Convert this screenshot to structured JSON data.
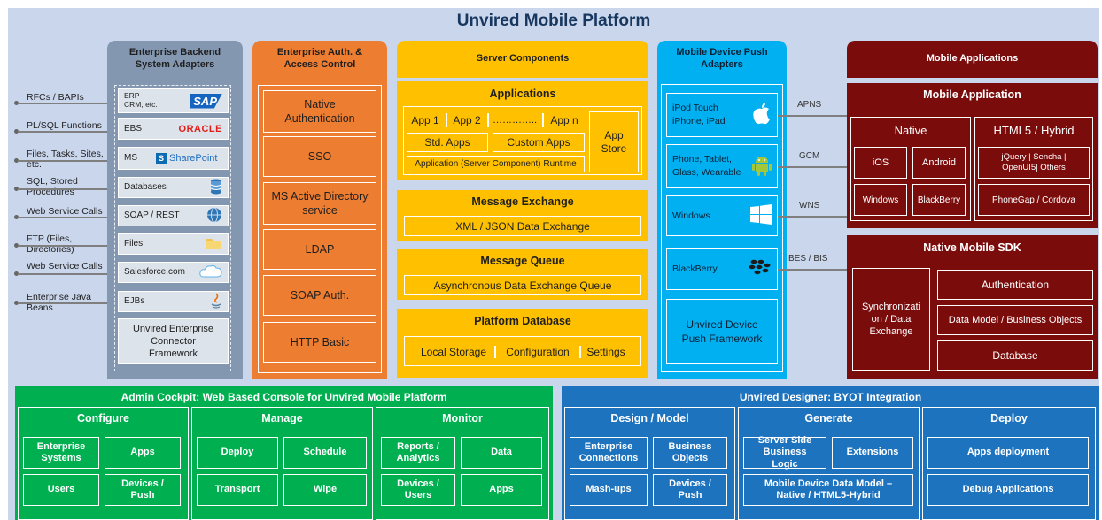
{
  "title": "Unvired Mobile Platform",
  "left_labels": [
    "RFCs / BAPIs",
    "PL/SQL Functions",
    "Files, Tasks, Sites, etc.",
    "SQL, Stored Procedures",
    "Web Service Calls",
    "FTP (Files, Directories)",
    "Web Service Calls",
    "Enterprise Java Beans"
  ],
  "backend": {
    "header": "Enterprise Backend System Adapters",
    "rows": [
      {
        "label": "ERP\nCRM, etc.",
        "brand": "SAP"
      },
      {
        "label": "EBS",
        "brand": "ORACLE"
      },
      {
        "label": "MS",
        "brand": "SharePoint"
      },
      {
        "label": "Databases",
        "icon": "database-icon"
      },
      {
        "label": "SOAP / REST",
        "icon": "globe-icon"
      },
      {
        "label": "Files",
        "icon": "folder-icon"
      },
      {
        "label": "Salesforce.com",
        "icon": "cloud-icon"
      },
      {
        "label": "EJBs",
        "icon": "java-icon"
      }
    ],
    "framework": "Unvired Enterprise Connector Framework"
  },
  "auth": {
    "header": "Enterprise Auth. & Access Control",
    "items": [
      "Native Authentication",
      "SSO",
      "MS Active Directory service",
      "LDAP",
      "SOAP Auth.",
      "HTTP Basic"
    ]
  },
  "server": {
    "header": "Server Components",
    "applications": {
      "title": "Applications",
      "app1": "App 1",
      "app2": "App 2",
      "dots": "…………..",
      "appn": "App n",
      "std": "Std. Apps",
      "custom": "Custom Apps",
      "runtime": "Application (Server Component) Runtime",
      "store": "App Store"
    },
    "message_exchange": {
      "title": "Message Exchange",
      "content": "XML / JSON Data Exchange"
    },
    "message_queue": {
      "title": "Message Queue",
      "content": "Asynchronous Data Exchange Queue"
    },
    "platform_db": {
      "title": "Platform Database",
      "items": [
        "Local Storage",
        "Configuration",
        "Settings"
      ]
    }
  },
  "push": {
    "header": "Mobile Device Push Adapters",
    "items": [
      {
        "label": "iPod Touch\niPhone, iPad",
        "icon": "apple-icon",
        "protocol": "APNS"
      },
      {
        "label": "Phone, Tablet,\nGlass, Wearable",
        "icon": "android-icon",
        "protocol": "GCM"
      },
      {
        "label": "Windows",
        "icon": "windows-icon",
        "protocol": "WNS"
      },
      {
        "label": "BlackBerry",
        "icon": "blackberry-icon",
        "protocol": "BES / BIS"
      }
    ],
    "framework": "Unvired Device Push Framework"
  },
  "mobile": {
    "header": "Mobile Applications",
    "app": {
      "title": "Mobile Application",
      "native": "Native",
      "hybrid": "HTML5 / Hybrid",
      "ios": "iOS",
      "android": "Android",
      "windows": "Windows",
      "blackberry": "BlackBerry",
      "jquery": "jQuery | Sencha | OpenUI5| Others",
      "phonegap": "PhoneGap / Cordova"
    },
    "sdk": {
      "title": "Native Mobile SDK",
      "sync": "Synchronizati on / Data Exchange",
      "auth": "Authentication",
      "model": "Data Model / Business Objects",
      "db": "Database"
    }
  },
  "admin": {
    "title": "Admin Cockpit: Web Based Console for Unvired Mobile Platform",
    "configure": {
      "title": "Configure",
      "items": [
        "Enterprise Systems",
        "Apps",
        "Users",
        "Devices / Push"
      ]
    },
    "manage": {
      "title": "Manage",
      "items": [
        "Deploy",
        "Schedule",
        "Transport",
        "Wipe"
      ]
    },
    "monitor": {
      "title": "Monitor",
      "items": [
        "Reports / Analytics",
        "Data",
        "Devices / Users",
        "Apps"
      ]
    }
  },
  "designer": {
    "title": "Unvired Designer: BYOT Integration",
    "design": {
      "title": "Design / Model",
      "items": [
        "Enterprise Connections",
        "Business Objects",
        "Mash-ups",
        "Devices / Push"
      ]
    },
    "generate": {
      "title": "Generate",
      "items": [
        "Server Side Business Logic",
        "Extensions",
        "Mobile Device Data Model – Native / HTML5-Hybrid"
      ]
    },
    "deploy": {
      "title": "Deploy",
      "items": [
        "Apps deployment",
        "Debug Applications"
      ]
    }
  },
  "colors": {
    "background": "#c9d6ec",
    "green": "#00b050",
    "blue": "#1e73be",
    "dark_red": "#7b0c0c",
    "orange": "#ed7d31",
    "yellow": "#ffc000",
    "cyan": "#00b0f0"
  }
}
